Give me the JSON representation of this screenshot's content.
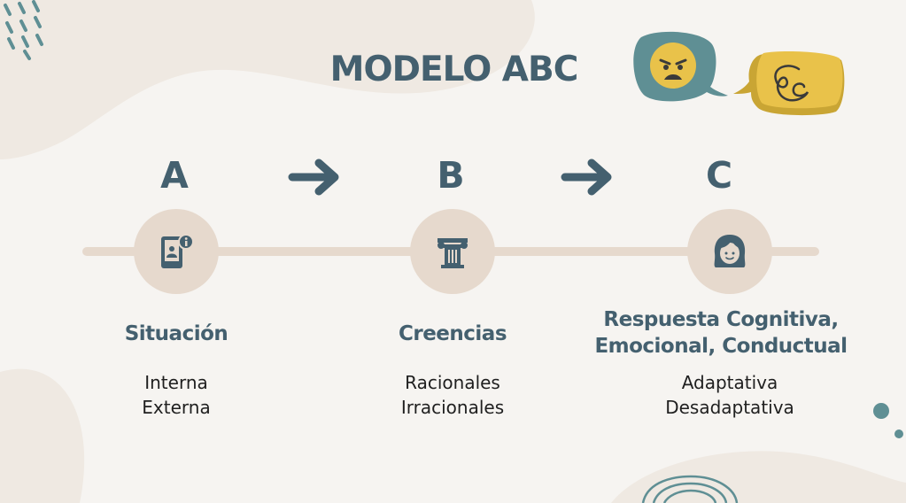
{
  "title": "MODELO ABC",
  "steps": [
    {
      "letter": "A",
      "icon": "phone-info-icon",
      "heading": "Situación",
      "items": [
        "Interna",
        "Externa"
      ]
    },
    {
      "letter": "B",
      "icon": "greek-column-icon",
      "heading": "Creencias",
      "items": [
        "Racionales",
        "Irracionales"
      ]
    },
    {
      "letter": "C",
      "icon": "woman-face-icon",
      "heading_lines": [
        "Respuesta Cognitiva,",
        "Emocional, Conductual"
      ],
      "items": [
        "Adaptativa",
        "Desadaptativa"
      ]
    }
  ],
  "colors": {
    "primary": "#44606f",
    "node": "#e6d9cd",
    "background": "#f6f4f1",
    "accent_teal": "#5f8f94",
    "accent_yellow": "#e9c24a"
  }
}
